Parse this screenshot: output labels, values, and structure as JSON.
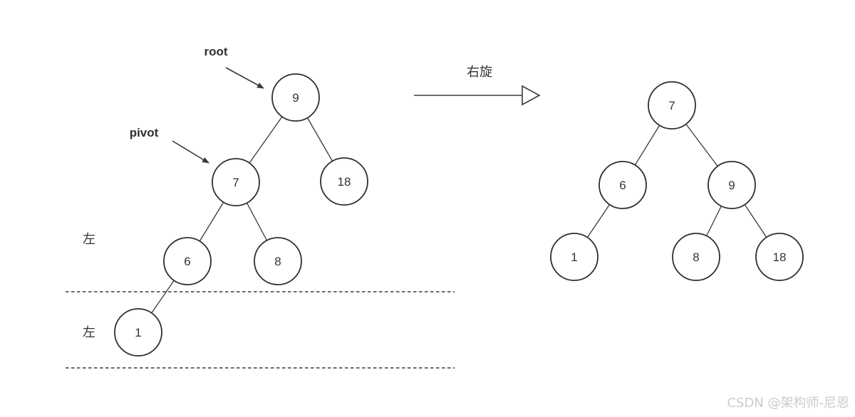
{
  "colors": {
    "stroke": "#333333",
    "text": "#333333",
    "watermark": "#cbcbcb",
    "background": "#ffffff"
  },
  "left_tree": {
    "annotations": {
      "root": "root",
      "pivot": "pivot"
    },
    "level_labels": [
      {
        "text": "左"
      },
      {
        "text": "左"
      }
    ],
    "nodes": [
      {
        "value": "9",
        "role": "root"
      },
      {
        "value": "7",
        "role": "pivot"
      },
      {
        "value": "18",
        "role": "root-right-child"
      },
      {
        "value": "6",
        "role": "pivot-left-child"
      },
      {
        "value": "8",
        "role": "pivot-right-child"
      },
      {
        "value": "1",
        "role": "leftmost-leaf"
      }
    ],
    "edges": [
      [
        "9",
        "7"
      ],
      [
        "9",
        "18"
      ],
      [
        "7",
        "6"
      ],
      [
        "7",
        "8"
      ],
      [
        "6",
        "1"
      ]
    ]
  },
  "transform_arrow": {
    "label": "右旋"
  },
  "right_tree": {
    "nodes": [
      {
        "value": "7",
        "role": "root"
      },
      {
        "value": "6",
        "role": "left-child"
      },
      {
        "value": "9",
        "role": "right-child"
      },
      {
        "value": "1",
        "role": "left-left-leaf"
      },
      {
        "value": "8",
        "role": "right-left-leaf"
      },
      {
        "value": "18",
        "role": "right-right-leaf"
      }
    ],
    "edges": [
      [
        "7",
        "6"
      ],
      [
        "7",
        "9"
      ],
      [
        "6",
        "1"
      ],
      [
        "9",
        "8"
      ],
      [
        "9",
        "18"
      ]
    ]
  },
  "watermark": {
    "text": "CSDN @架构师-尼恩"
  }
}
